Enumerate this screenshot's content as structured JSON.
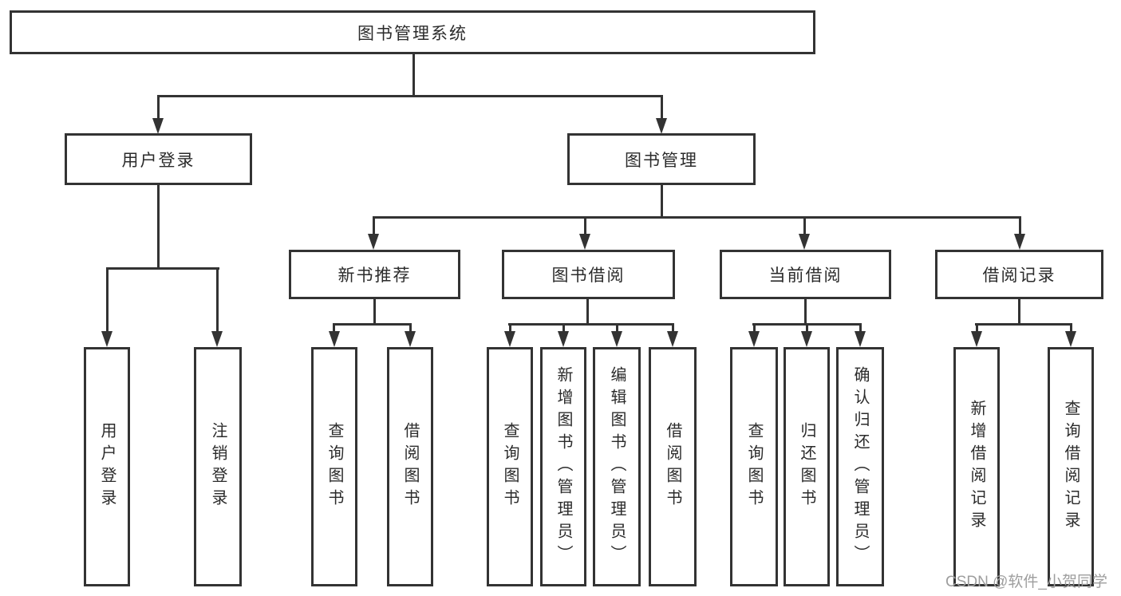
{
  "diagram": {
    "type": "hierarchy-tree",
    "colors": {
      "line": "#333333",
      "box_border": "#333333",
      "box_fill": "#ffffff",
      "text": "#2b2b2b",
      "watermark": "#9e9e9e"
    },
    "root": {
      "label": "图书管理系统"
    },
    "branches": [
      {
        "label": "用户登录",
        "children": [
          {
            "label": "用户登录"
          },
          {
            "label": "注销登录"
          }
        ]
      },
      {
        "label": "图书管理",
        "children": [
          {
            "label": "新书推荐",
            "children": [
              {
                "label": "查询图书"
              },
              {
                "label": "借阅图书"
              }
            ]
          },
          {
            "label": "图书借阅",
            "children": [
              {
                "label": "查询图书"
              },
              {
                "label": "新增图书（管理员）"
              },
              {
                "label": "编辑图书（管理员）"
              },
              {
                "label": "借阅图书"
              }
            ]
          },
          {
            "label": "当前借阅",
            "children": [
              {
                "label": "查询图书"
              },
              {
                "label": "归还图书"
              },
              {
                "label": "确认归还（管理员）"
              }
            ]
          },
          {
            "label": "借阅记录",
            "children": [
              {
                "label": "新增借阅记录"
              },
              {
                "label": "查询借阅记录"
              }
            ]
          }
        ]
      }
    ],
    "watermark": "CSDN @软件_小贺同学"
  }
}
